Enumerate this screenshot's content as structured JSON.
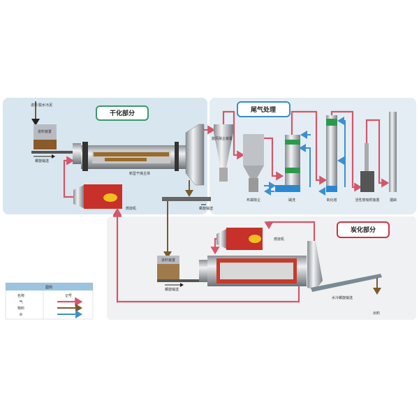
{
  "sections": {
    "drying": {
      "title": "干化部分",
      "border_color": "#3a9a6a"
    },
    "exhaust": {
      "title": "尾气处理",
      "border_color": "#3a8ec0"
    },
    "carbonization": {
      "title": "炭化部分",
      "border_color": "#d03040"
    }
  },
  "labels": {
    "sludge_in": "脱水污泥",
    "feed": "进料",
    "feed_device": "进料装置",
    "screw_conveyor": "螺旋输送",
    "dryer_body": "新型干燥主体",
    "burner": "燃烧机",
    "cyclone": "旋风除尘装置",
    "bag_filter": "布袋除尘",
    "alkali_wash": "碱洗",
    "oxidation_tower": "氧化塔",
    "activated_carbon": "活性炭吸附装置",
    "chimney": "烟囱",
    "screw_conveyor_2": "螺旋输送",
    "feed_device_2": "进料装置",
    "screw_conveyor_3": "螺旋输送",
    "burner_2": "燃烧机",
    "water_cooled_screw": "水冷螺旋输送",
    "discharge": "出料"
  },
  "legend": {
    "title": "图例",
    "col_name": "名称",
    "col_symbol": "记号",
    "rows": [
      {
        "name": "气",
        "color": "#d4566a"
      },
      {
        "name": "物料",
        "color": "#7a5a2a"
      },
      {
        "name": "水",
        "color": "#3a90d0"
      }
    ]
  }
}
